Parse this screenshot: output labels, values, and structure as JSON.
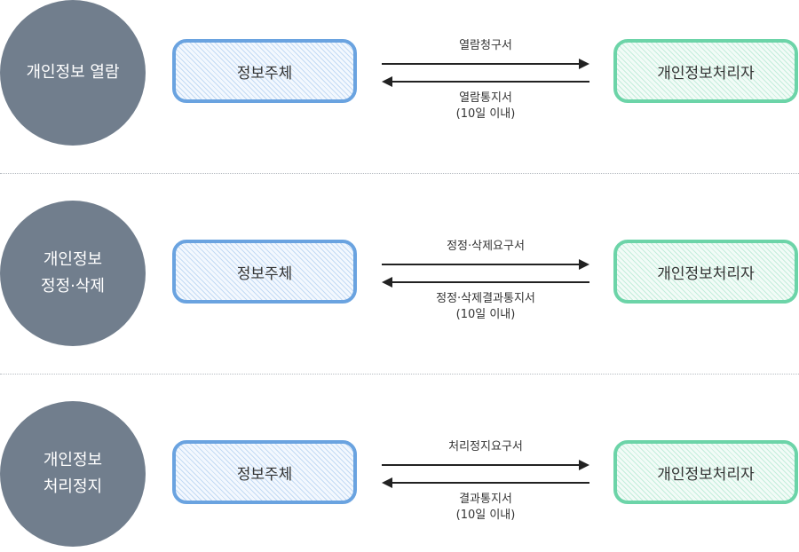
{
  "rows": [
    {
      "circle_lines": [
        "개인정보 열람"
      ],
      "subject": "정보주체",
      "handler": "개인정보처리자",
      "request": "열람청구서",
      "response": "열람통지서",
      "note": "(10일 이내)"
    },
    {
      "circle_lines": [
        "개인정보",
        "정정·삭제"
      ],
      "subject": "정보주체",
      "handler": "개인정보처리자",
      "request": "정정·삭제요구서",
      "response": "정정·삭제결과통지서",
      "note": "(10일 이내)"
    },
    {
      "circle_lines": [
        "개인정보",
        "처리정지"
      ],
      "subject": "정보주체",
      "handler": "개인정보처리자",
      "request": "처리정지요구서",
      "response": "결과통지서",
      "note": "(10일 이내)"
    }
  ],
  "colors": {
    "circle": "#717e8d",
    "subject_border": "#6aa3e0",
    "handler_border": "#6cd4a8",
    "arrow": "#222222"
  }
}
